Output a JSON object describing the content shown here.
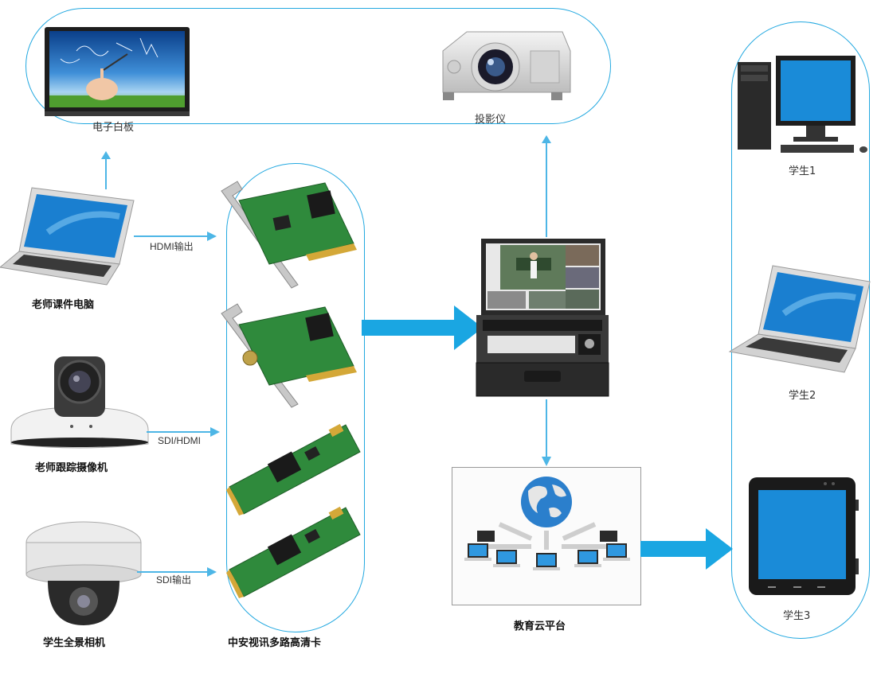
{
  "labels": {
    "whiteboard": "电子白板",
    "projector": "投影仪",
    "teacher_pc": "老师课件电脑",
    "hdmi_out": "HDMI输出",
    "camera": "老师跟踪摄像机",
    "sdi_hdmi": "SDI/HDMI",
    "panorama": "学生全景相机",
    "sdi_out": "SDI输出",
    "capture_cards": "中安视讯多路高清卡",
    "cloud": "教育云平台",
    "student1": "学生1",
    "student2": "学生2",
    "student3": "学生3"
  },
  "colors": {
    "frame": "#22a8e0",
    "arrow_big": "#1aa6e2",
    "arrow_thin": "#4db6e6",
    "pcb_green": "#2f8a3c",
    "screen_blue": "#1a8bd8"
  }
}
